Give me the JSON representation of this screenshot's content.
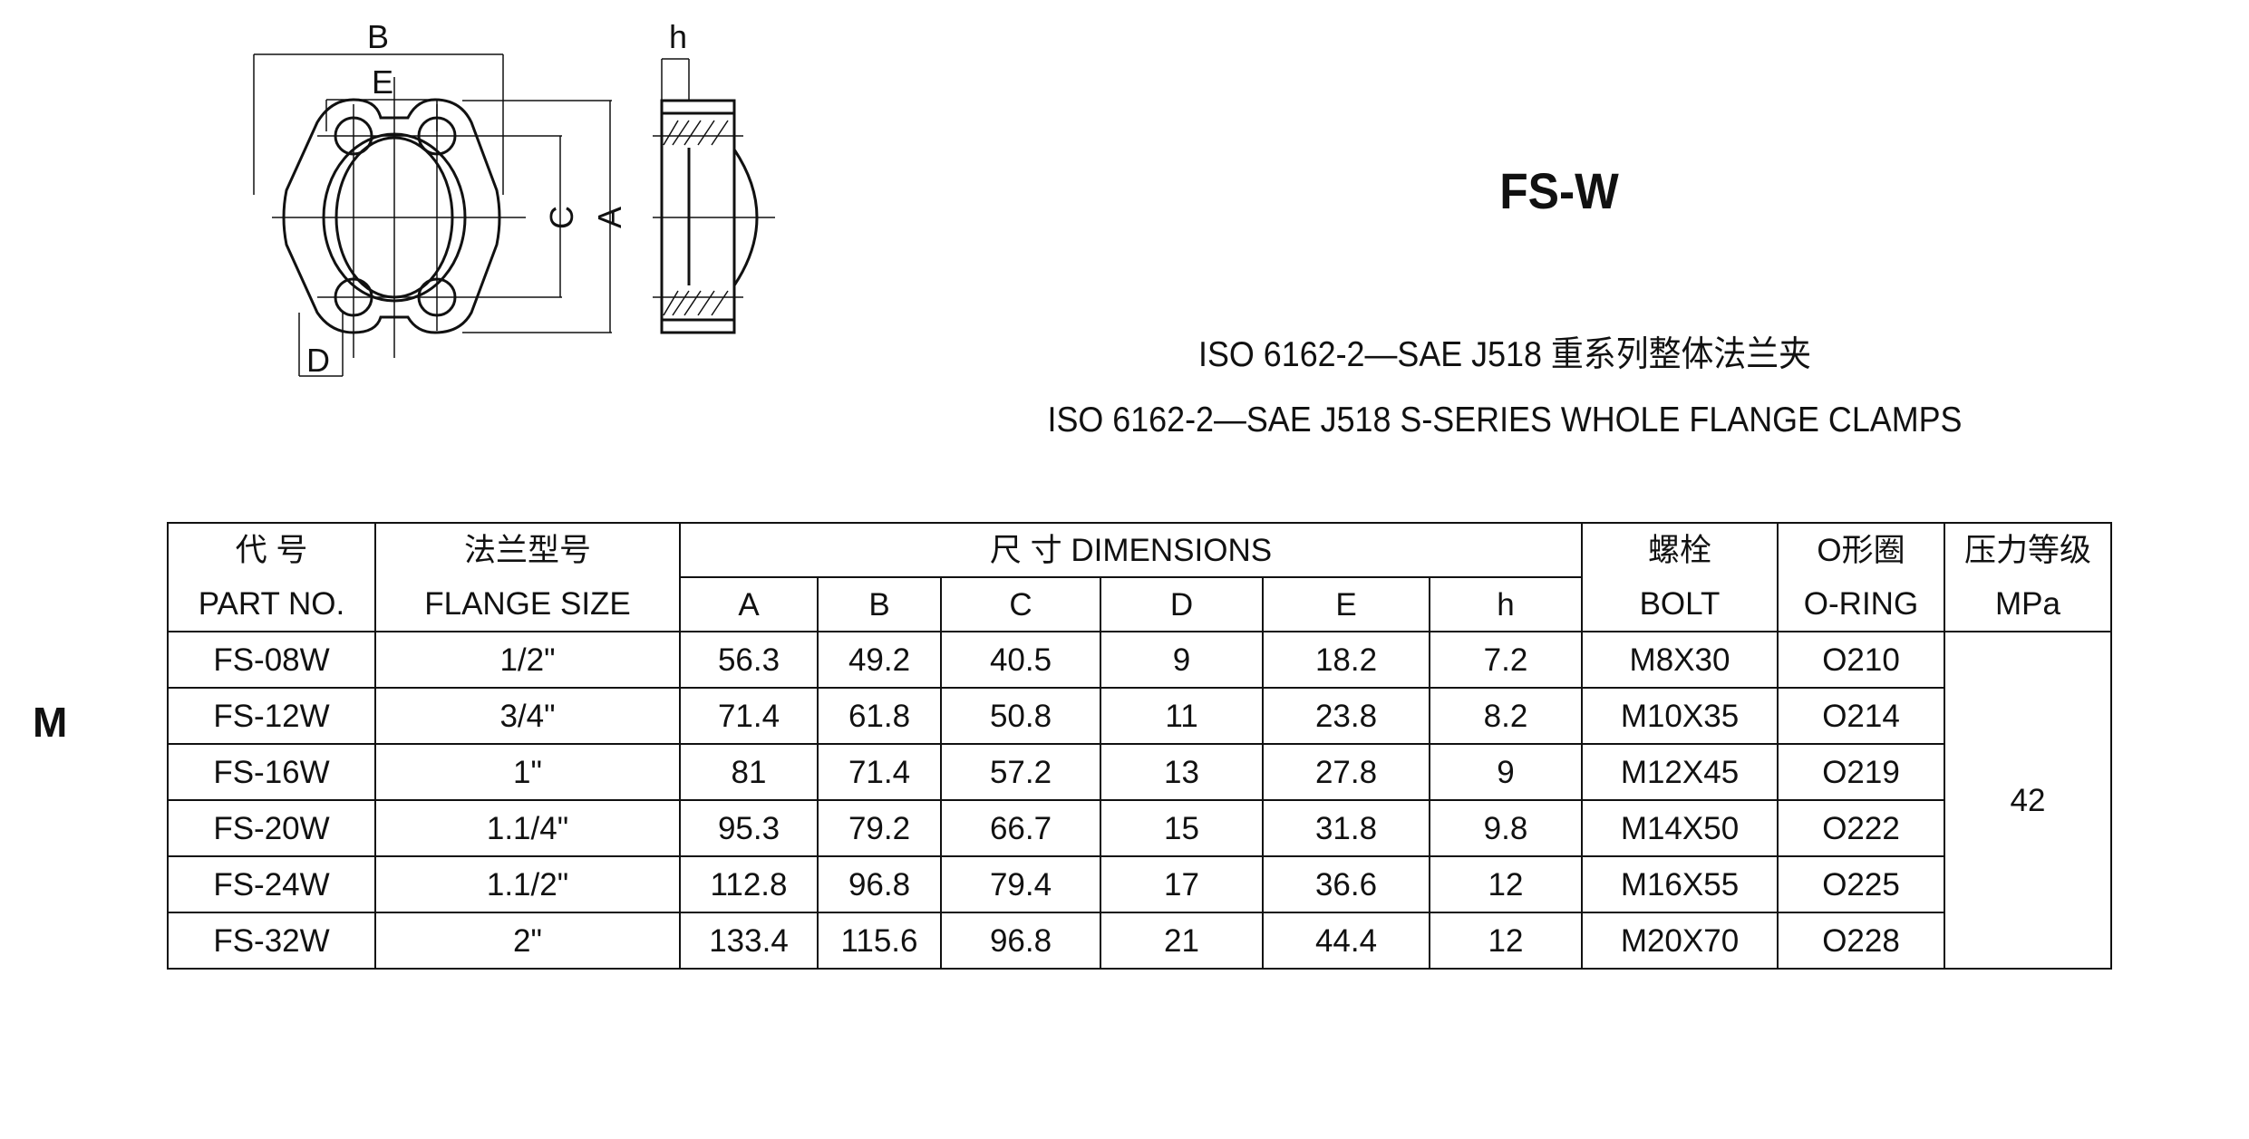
{
  "drawing": {
    "front_view_labels": {
      "B": "B",
      "E": "E",
      "C": "C",
      "A": "A",
      "D": "D"
    },
    "side_view_labels": {
      "h": "h"
    }
  },
  "title": "FS-W",
  "subtitle_cn": "ISO 6162-2—SAE J518 重系列整体法兰夹",
  "subtitle_en": "ISO 6162-2—SAE J518 S-SERIES WHOLE FLANGE CLAMPS",
  "side_mark": "M",
  "table": {
    "headers": {
      "part_no_cn": "代 号",
      "part_no_en": "PART NO.",
      "flange_size_cn": "法兰型号",
      "flange_size_en": "FLANGE SIZE",
      "dimensions": "尺 寸 DIMENSIONS",
      "dims": [
        "A",
        "B",
        "C",
        "D",
        "E",
        "h"
      ],
      "bolt_cn": "螺栓",
      "bolt_en": "BOLT",
      "oring_cn": "O形圈",
      "oring_en": "O-RING",
      "pressure_cn": "压力等级",
      "pressure_en": "MPa"
    },
    "rows": [
      {
        "part": "FS-08W",
        "size": "1/2\"",
        "A": "56.3",
        "B": "49.2",
        "C": "40.5",
        "D": "9",
        "E": "18.2",
        "h": "7.2",
        "bolt": "M8X30",
        "oring": "O210"
      },
      {
        "part": "FS-12W",
        "size": "3/4\"",
        "A": "71.4",
        "B": "61.8",
        "C": "50.8",
        "D": "11",
        "E": "23.8",
        "h": "8.2",
        "bolt": "M10X35",
        "oring": "O214"
      },
      {
        "part": "FS-16W",
        "size": "1\"",
        "A": "81",
        "B": "71.4",
        "C": "57.2",
        "D": "13",
        "E": "27.8",
        "h": "9",
        "bolt": "M12X45",
        "oring": "O219"
      },
      {
        "part": "FS-20W",
        "size": "1.1/4\"",
        "A": "95.3",
        "B": "79.2",
        "C": "66.7",
        "D": "15",
        "E": "31.8",
        "h": "9.8",
        "bolt": "M14X50",
        "oring": "O222"
      },
      {
        "part": "FS-24W",
        "size": "1.1/2\"",
        "A": "112.8",
        "B": "96.8",
        "C": "79.4",
        "D": "17",
        "E": "36.6",
        "h": "12",
        "bolt": "M16X55",
        "oring": "O225"
      },
      {
        "part": "FS-32W",
        "size": "2\"",
        "A": "133.4",
        "B": "115.6",
        "C": "96.8",
        "D": "21",
        "E": "44.4",
        "h": "12",
        "bolt": "M20X70",
        "oring": "O228"
      }
    ],
    "pressure_value": "42"
  }
}
